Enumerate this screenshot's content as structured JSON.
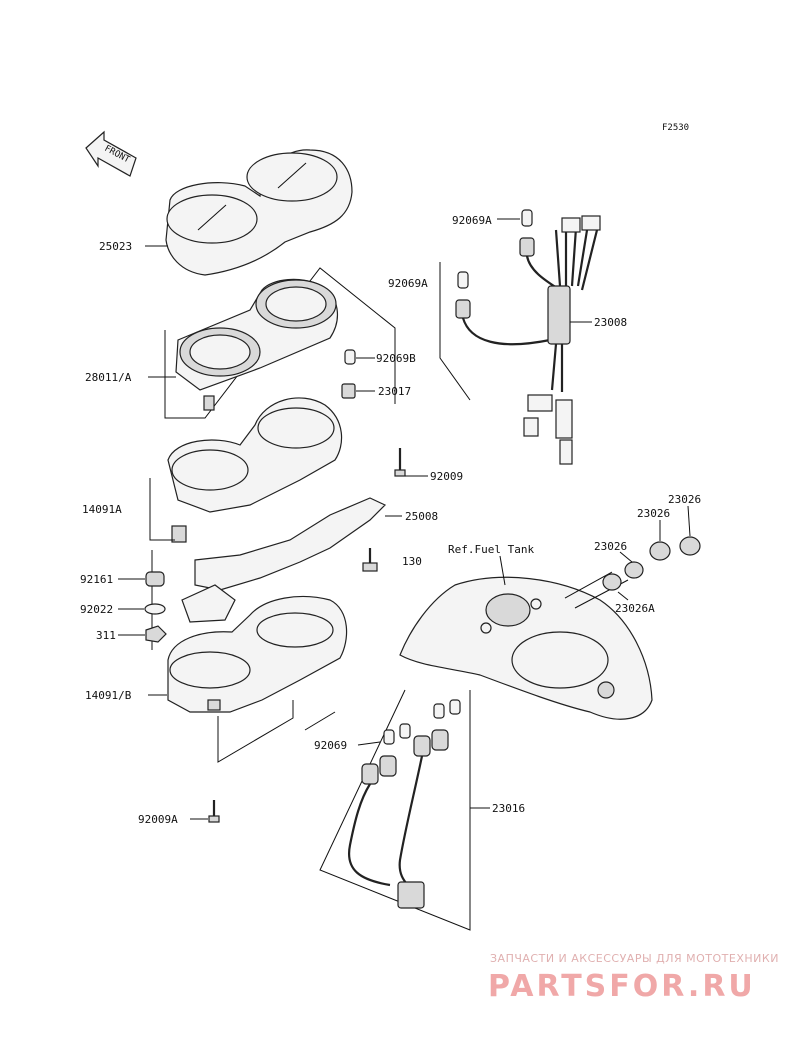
{
  "figure_code": "F2530",
  "front_label": "FRONT",
  "ref_note": "Ref.Fuel Tank",
  "callouts": {
    "c25023": "25023",
    "c92069A_top": "92069A",
    "c92069A_upper": "92069A",
    "c23008": "23008",
    "c28011A": "28011/A",
    "c92069B": "92069B",
    "c23017": "23017",
    "c92009": "92009",
    "c14091A": "14091A",
    "c25008": "25008",
    "c130": "130",
    "c92161": "92161",
    "c92022": "92022",
    "c311": "311",
    "c14091B": "14091/B",
    "c23026_top": "23026",
    "c23026_mid": "23026",
    "c23026_low": "23026",
    "c23026A": "23026A",
    "c92069": "92069",
    "c23016": "23016",
    "c92009A": "92009A"
  },
  "watermark": {
    "caption": "ЗАПЧАСТИ И АКСЕССУАРЫ ДЛЯ МОТОТЕХНИКИ",
    "logo": "PARTSFOR.RU"
  }
}
